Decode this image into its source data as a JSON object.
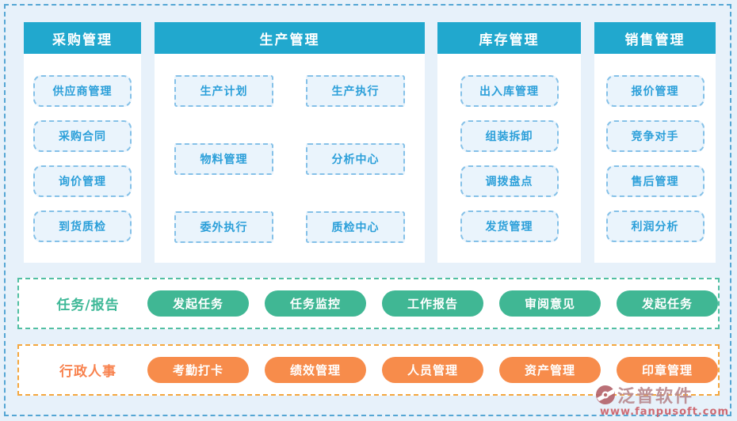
{
  "columns": [
    {
      "title": "采购管理",
      "items": [
        "供应商管理",
        "采购合同",
        "询价管理",
        "到货质检"
      ]
    },
    {
      "title": "生产管理",
      "items": [
        "生产计划",
        "生产执行",
        "物料管理",
        "分析中心",
        "委外执行",
        "质检中心"
      ]
    },
    {
      "title": "库存管理",
      "items": [
        "出入库管理",
        "组装拆卸",
        "调拨盘点",
        "发货管理"
      ]
    },
    {
      "title": "销售管理",
      "items": [
        "报价管理",
        "竞争对手",
        "售后管理",
        "利润分析"
      ]
    }
  ],
  "task_row": {
    "label": "任务/报告",
    "pills": [
      "发起任务",
      "任务监控",
      "工作报告",
      "审阅意见",
      "发起任务"
    ]
  },
  "hr_row": {
    "label": "行政人事",
    "pills": [
      "考勤打卡",
      "绩效管理",
      "人员管理",
      "资产管理",
      "印章管理"
    ]
  },
  "watermark": {
    "brand": "泛普软件",
    "url": "www.fanpusoft.com"
  },
  "colors": {
    "page_bg": "#E7F1FA",
    "outer_border": "#55A6D4",
    "header_bg": "#21A8CE",
    "item_box_bg": "#EAF4FC",
    "item_box_border": "#85C1E8",
    "item_text": "#2B9FD9",
    "green_accent": "#40B794",
    "orange_accent": "#F78C4B",
    "watermark_red": "#CC5F68"
  }
}
